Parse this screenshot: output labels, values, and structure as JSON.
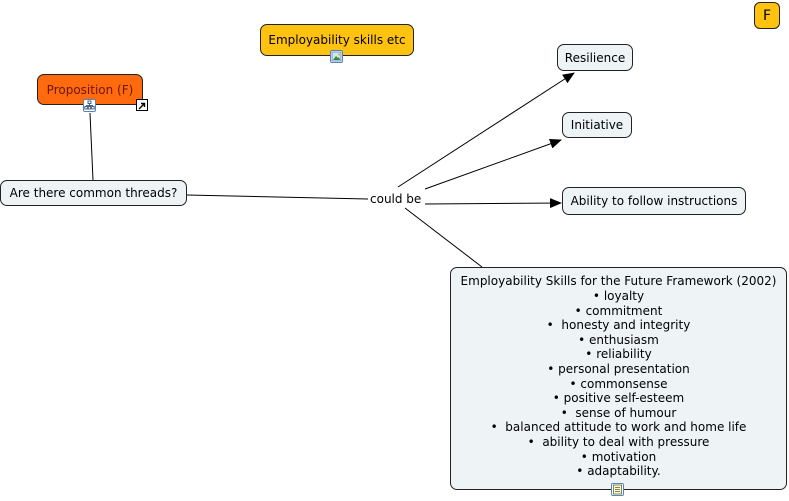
{
  "nodes": {
    "employability_skills": "Employability skills etc",
    "proposition": "Proposition (F)",
    "common_threads": "Are there common threads?",
    "resilience": "Resilience",
    "initiative": "Initiative",
    "follow_instructions": "Ability to follow instructions",
    "framework_title": "Employability Skills for the Future Framework (2002)",
    "framework_items": [
      "loyalty",
      "commitment",
      " honesty and integrity",
      "enthusiasm",
      "reliability",
      "personal presentation",
      "commonsense",
      "positive self-esteem",
      " sense of humour",
      " balanced attitude to work and home life",
      " ability to deal with pressure",
      "motivation",
      "adaptability."
    ],
    "corner_badge": "F"
  },
  "link_label": "could be",
  "icons": {
    "image": "image-icon",
    "concept_map": "concept-map-icon",
    "shortcut": "shortcut-arrow-icon",
    "document": "document-icon"
  },
  "colors": {
    "yellow_node": "#ffc20e",
    "orange_node": "#ff6a0e",
    "light_node": "#eef4f6"
  }
}
